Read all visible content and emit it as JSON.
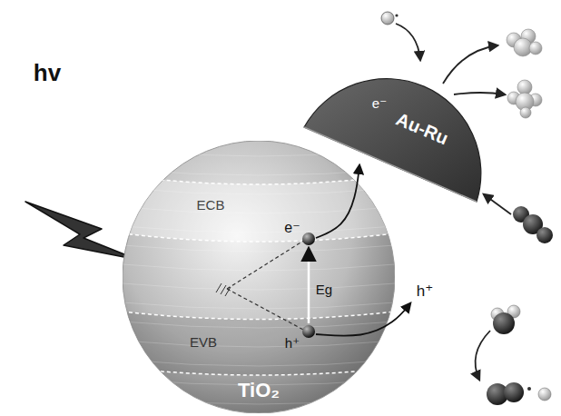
{
  "diagram": {
    "nodes": [
      {
        "text": [
          "TiO₂"
        ]
      },
      {
        "text": [
          "Au-Ru"
        ]
      }
    ],
    "labels": [
      "hv",
      "ECB",
      "e⁻",
      "Eg",
      "EVB",
      "h⁺",
      "h⁺",
      "e⁻"
    ]
  }
}
